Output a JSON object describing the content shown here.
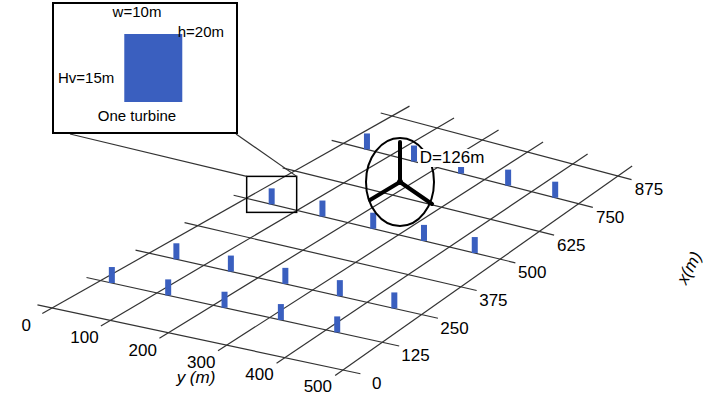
{
  "diagram": {
    "nodes": [
      {
        "text": [
          "w=10m",
          "h=20m",
          "Hv=15m",
          "One turbine"
        ]
      }
    ],
    "labels": [
      "D=126m",
      "0",
      "100",
      "200",
      "300",
      "400",
      "500",
      "y (m)",
      "0",
      "125",
      "250",
      "375",
      "500",
      "625",
      "750",
      "875",
      "x(m)"
    ]
  }
}
